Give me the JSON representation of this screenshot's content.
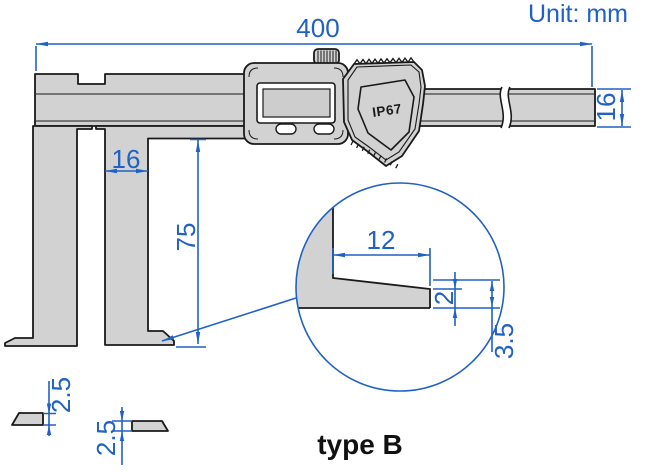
{
  "meta": {
    "unit_note": "Unit: mm",
    "variant_label": "type B",
    "protection_rating": "IP67"
  },
  "dimensions_mm": {
    "overall_length": "400",
    "beam_height": "16",
    "jaw_width": "16",
    "jaw_reach": "75",
    "detail_flat_length": "12",
    "detail_tip_thickness": "2",
    "detail_tip_height": "3.5",
    "left_jaw_tip_thickness": "2.5",
    "right_jaw_tip_thickness": "2.5"
  },
  "colors": {
    "dimension_blue": "#2061c6",
    "outline_dark": "#1a1a1a",
    "body_gray": "#d2d2d2"
  }
}
